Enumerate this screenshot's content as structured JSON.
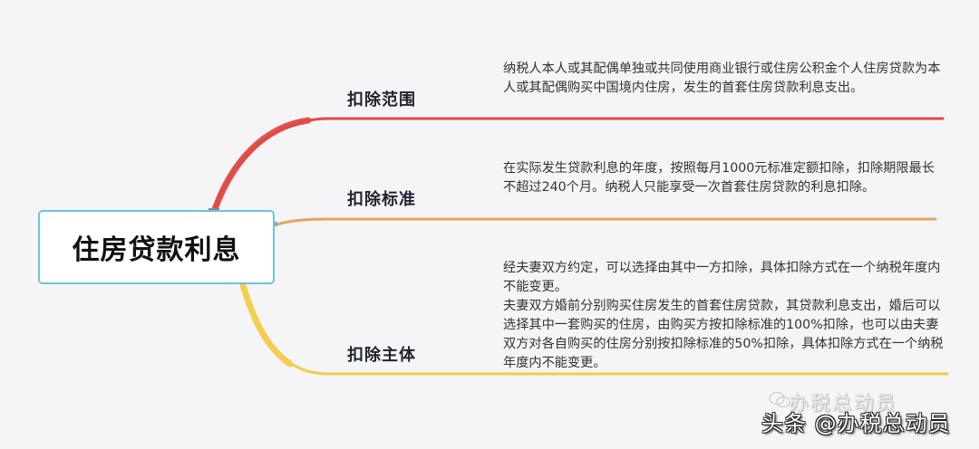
{
  "central_node": {
    "title": "住房贷款利息",
    "border_color": "#6cc3dc"
  },
  "branches": [
    {
      "label": "扣除范围",
      "color": "#e04a44",
      "text": "纳税人本人或其配偶单独或共同使用商业银行或住房公积金个人住房贷款为本人或其配偶购买中国境内住房，发生的首套住房贷款利息支出。"
    },
    {
      "label": "扣除标准",
      "color": "#e9a35a",
      "text": "在实际发生贷款利息的年度，按照每月1000元标准定额扣除，扣除期限最长不超过240个月。纳税人只能享受一次首套住房贷款的利息扣除。"
    },
    {
      "label": "扣除主体",
      "color": "#f2cc4e",
      "text": "经夫妻双方约定，可以选择由其中一方扣除，具体扣除方式在一个纳税年度内不能变更。\n夫妻双方婚前分别购买住房发生的首套住房贷款，其贷款利息支出，婚后可以选择其中一套购买的住房，由购买方按扣除标准的100%扣除，也可以由夫妻双方对各自购买的住房分别按扣除标准的50%扣除，具体扣除方式在一个纳税年度内不能变更。"
    }
  ],
  "watermark": {
    "main": "头条 @办税总动员",
    "faint": "办税总动员",
    "icon": "wechat-icon"
  },
  "background_color": "#f5f5f8"
}
